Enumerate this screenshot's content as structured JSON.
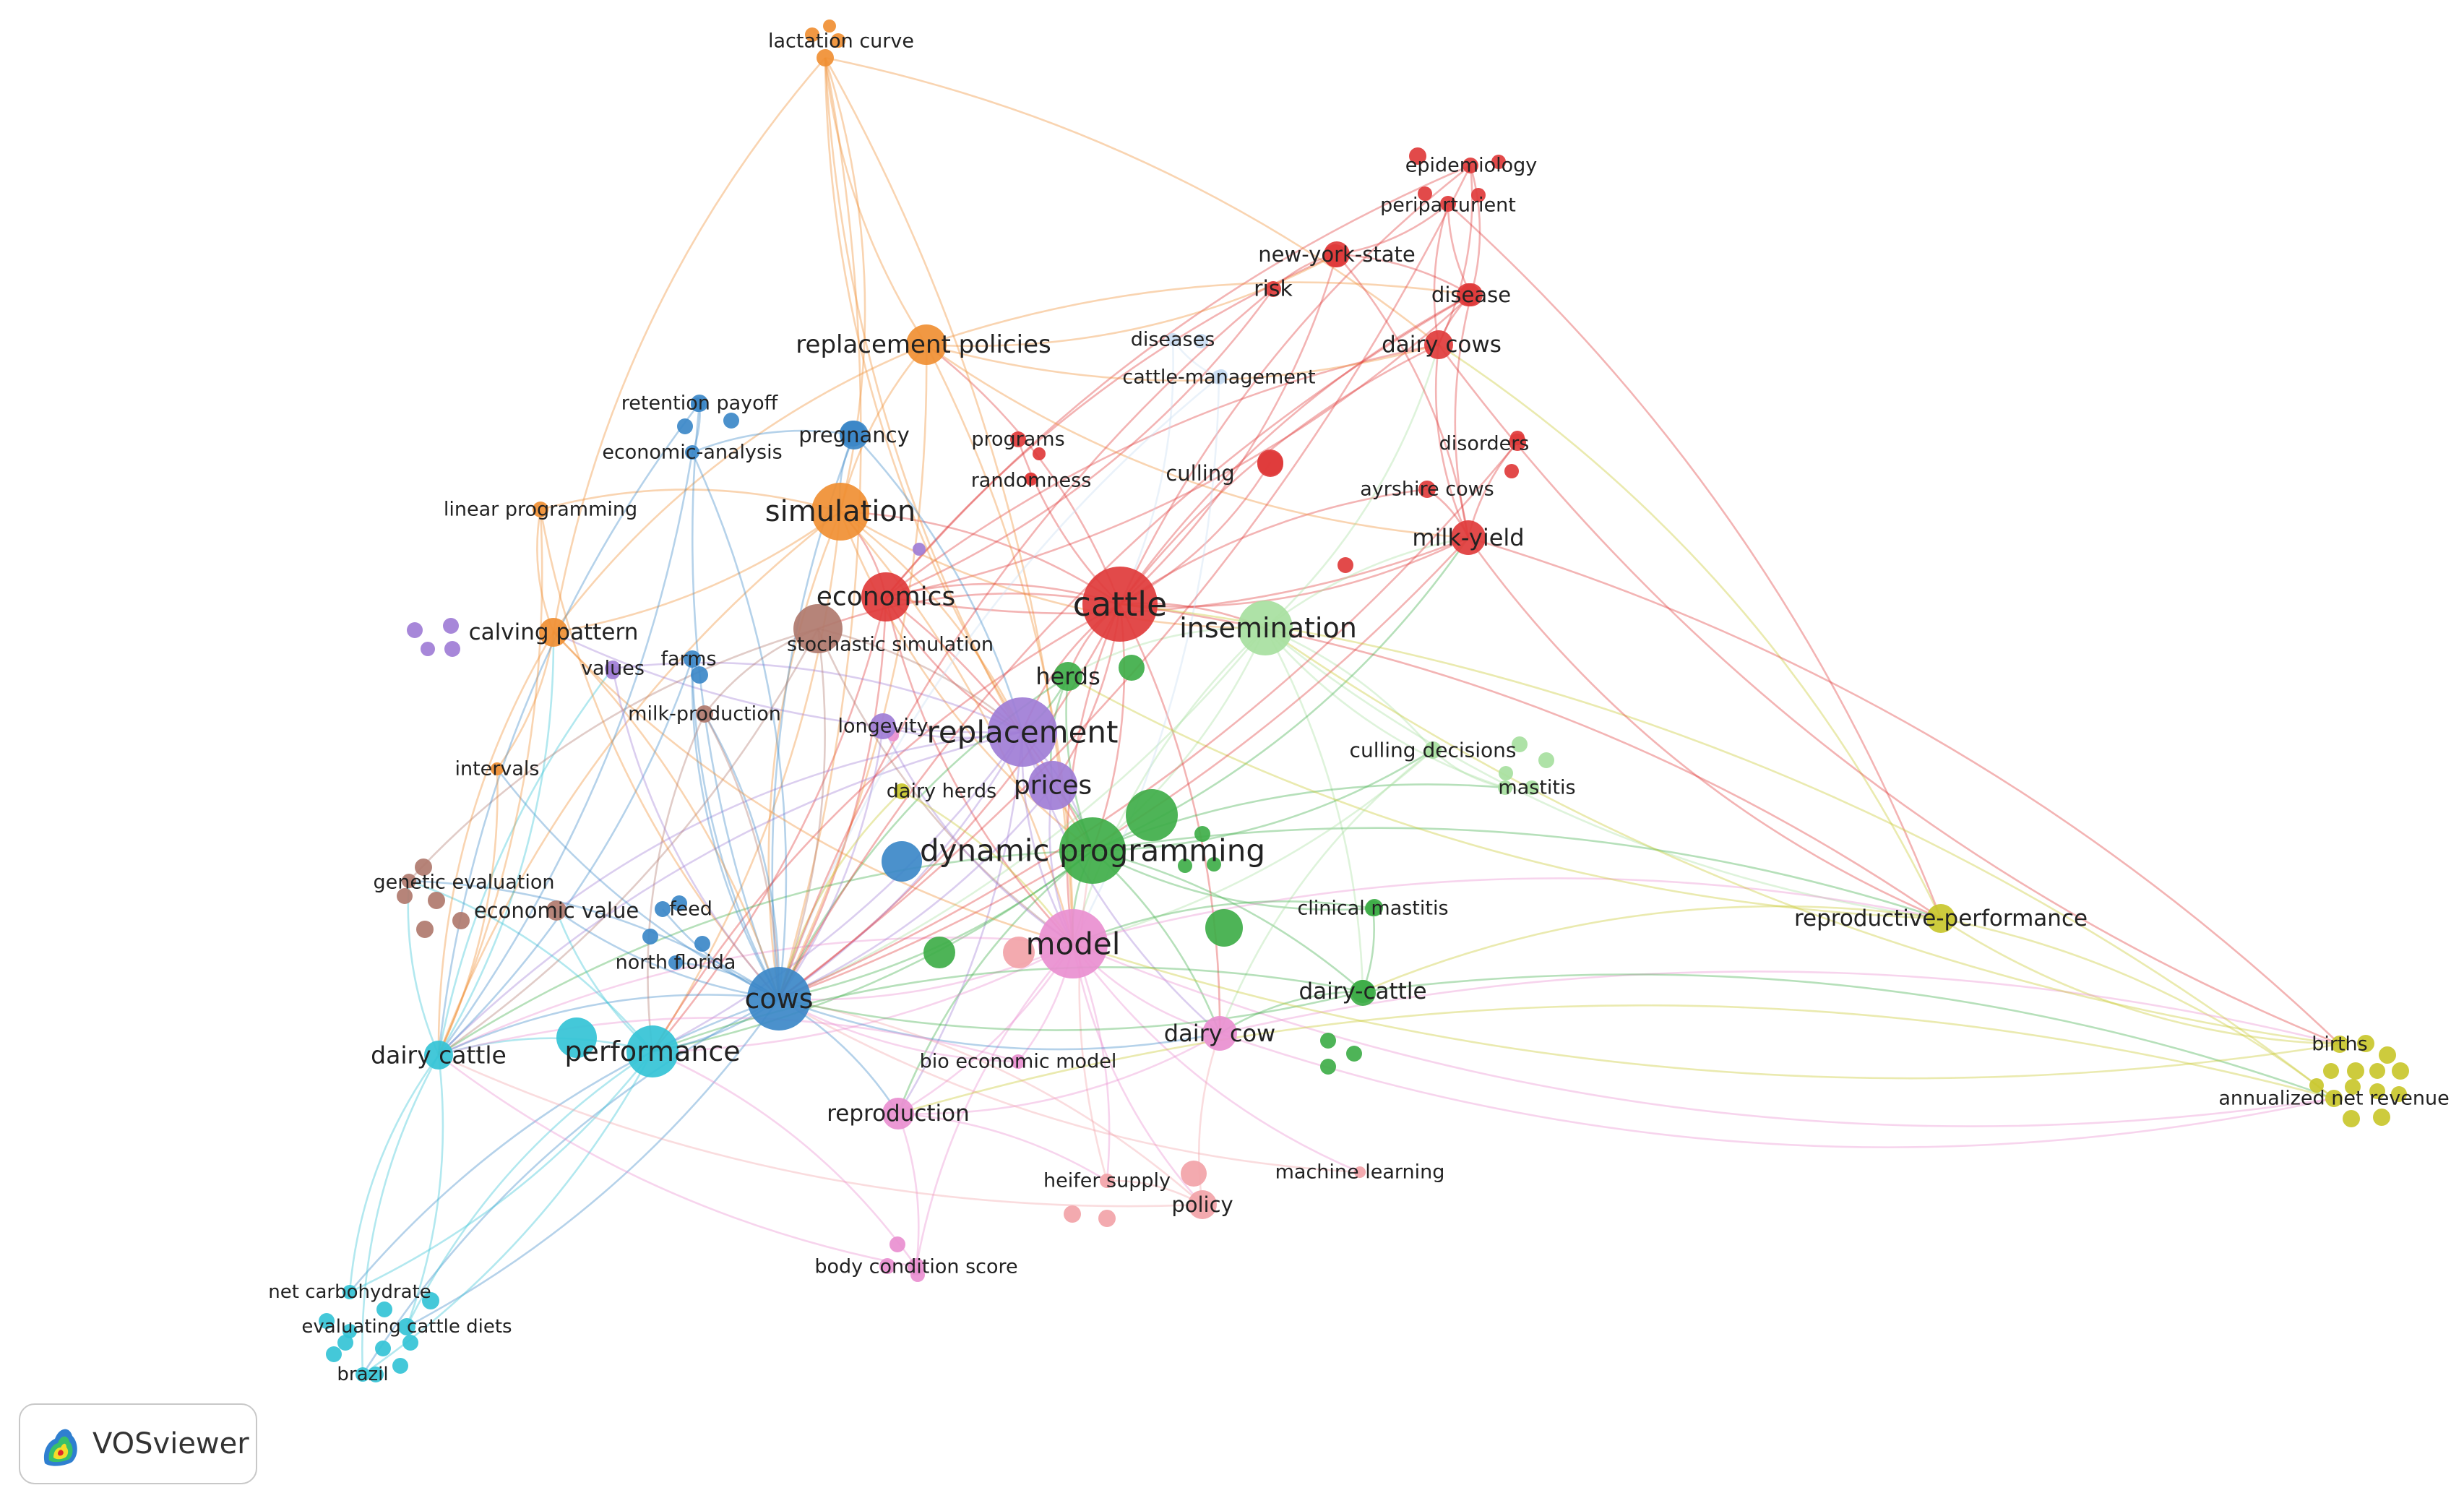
{
  "colors": {
    "red": "#e03b3b",
    "green": "#3fae49",
    "blue": "#3c88c8",
    "yellow": "#c9c72c",
    "purple": "#a07dd6",
    "cyan": "#34c3d6",
    "orange": "#f08f33",
    "brown": "#b07a6e",
    "pink": "#e98fd0",
    "lightpink": "#f2a3a8",
    "lightgreen": "#a7dfa0",
    "lightblue": "#c9dcf2"
  },
  "terms": [
    {
      "id": "lactation-curve",
      "label": "lactation curve",
      "cluster": "orange"
    },
    {
      "id": "epidemiology",
      "label": "epidemiology",
      "cluster": "red"
    },
    {
      "id": "periparturient",
      "label": "periparturient",
      "cluster": "red"
    },
    {
      "id": "new-york-state",
      "label": "new-york-state",
      "cluster": "red"
    },
    {
      "id": "risk",
      "label": "risk",
      "cluster": "red"
    },
    {
      "id": "disease",
      "label": "disease",
      "cluster": "red"
    },
    {
      "id": "replacement-policies",
      "label": "replacement policies",
      "cluster": "orange"
    },
    {
      "id": "diseases",
      "label": "diseases",
      "cluster": "lightblue"
    },
    {
      "id": "dairy-cows",
      "label": "dairy cows",
      "cluster": "red"
    },
    {
      "id": "cattle-management",
      "label": "cattle-management",
      "cluster": "lightblue"
    },
    {
      "id": "retention-payoff",
      "label": "retention payoff",
      "cluster": "blue"
    },
    {
      "id": "pregnancy",
      "label": "pregnancy",
      "cluster": "blue"
    },
    {
      "id": "programs",
      "label": "programs",
      "cluster": "red"
    },
    {
      "id": "economic-analysis",
      "label": "economic-analysis",
      "cluster": "blue"
    },
    {
      "id": "disorders",
      "label": "disorders",
      "cluster": "red"
    },
    {
      "id": "culling",
      "label": "culling",
      "cluster": "red"
    },
    {
      "id": "randomness",
      "label": "randomness",
      "cluster": "red"
    },
    {
      "id": "ayrshire-cows",
      "label": "ayrshire cows",
      "cluster": "red"
    },
    {
      "id": "linear-programming",
      "label": "linear programming",
      "cluster": "orange"
    },
    {
      "id": "simulation",
      "label": "simulation",
      "cluster": "orange"
    },
    {
      "id": "milk-yield",
      "label": "milk-yield",
      "cluster": "red"
    },
    {
      "id": "economics",
      "label": "economics",
      "cluster": "red"
    },
    {
      "id": "cattle",
      "label": "cattle",
      "cluster": "red"
    },
    {
      "id": "insemination",
      "label": "insemination",
      "cluster": "lightgreen"
    },
    {
      "id": "calving-pattern",
      "label": "calving pattern",
      "cluster": "orange"
    },
    {
      "id": "stochastic-simulation",
      "label": "stochastic simulation",
      "cluster": "brown"
    },
    {
      "id": "farms",
      "label": "farms",
      "cluster": "blue"
    },
    {
      "id": "values",
      "label": "values",
      "cluster": "purple"
    },
    {
      "id": "herds",
      "label": "herds",
      "cluster": "green"
    },
    {
      "id": "milk-production",
      "label": "milk-production",
      "cluster": "brown"
    },
    {
      "id": "longevity",
      "label": "longevity",
      "cluster": "purple"
    },
    {
      "id": "replacement",
      "label": "replacement",
      "cluster": "purple"
    },
    {
      "id": "culling-decisions",
      "label": "culling decisions",
      "cluster": "lightgreen"
    },
    {
      "id": "intervals",
      "label": "intervals",
      "cluster": "orange"
    },
    {
      "id": "prices",
      "label": "prices",
      "cluster": "purple"
    },
    {
      "id": "mastitis",
      "label": "mastitis",
      "cluster": "lightgreen"
    },
    {
      "id": "dairy-herds",
      "label": "dairy herds",
      "cluster": "yellow"
    },
    {
      "id": "dynamic-programming",
      "label": "dynamic programming",
      "cluster": "green"
    },
    {
      "id": "genetic-evaluation",
      "label": "genetic evaluation",
      "cluster": "brown"
    },
    {
      "id": "economic-value",
      "label": "economic value",
      "cluster": "brown"
    },
    {
      "id": "feed",
      "label": "feed",
      "cluster": "blue"
    },
    {
      "id": "reproductive-performance",
      "label": "reproductive-performance",
      "cluster": "yellow"
    },
    {
      "id": "clinical-mastitis",
      "label": "clinical mastitis",
      "cluster": "green"
    },
    {
      "id": "north-florida",
      "label": "north florida",
      "cluster": "blue"
    },
    {
      "id": "model",
      "label": "model",
      "cluster": "pink"
    },
    {
      "id": "cows",
      "label": "cows",
      "cluster": "blue"
    },
    {
      "id": "dairy-cattle-hyphen",
      "label": "dairy-cattle",
      "cluster": "green"
    },
    {
      "id": "dairy-cattle",
      "label": "dairy cattle",
      "cluster": "cyan"
    },
    {
      "id": "performance",
      "label": "performance",
      "cluster": "cyan"
    },
    {
      "id": "dairy-cow",
      "label": "dairy cow",
      "cluster": "pink"
    },
    {
      "id": "births",
      "label": "births",
      "cluster": "yellow"
    },
    {
      "id": "bio-economic-model",
      "label": "bio economic model",
      "cluster": "pink"
    },
    {
      "id": "annualized-net-revenue",
      "label": "annualized net revenue",
      "cluster": "yellow"
    },
    {
      "id": "reproduction",
      "label": "reproduction",
      "cluster": "pink"
    },
    {
      "id": "machine-learning",
      "label": "machine learning",
      "cluster": "lightpink"
    },
    {
      "id": "heifer-supply",
      "label": "heifer supply",
      "cluster": "lightpink"
    },
    {
      "id": "policy",
      "label": "policy",
      "cluster": "lightpink"
    },
    {
      "id": "body-condition-score",
      "label": "body condition score",
      "cluster": "pink"
    },
    {
      "id": "net-carbohydrate",
      "label": "net carbohydrate",
      "cluster": "cyan"
    },
    {
      "id": "evaluating-cattle-diets",
      "label": "evaluating cattle diets",
      "cluster": "cyan"
    },
    {
      "id": "brazil",
      "label": "brazil",
      "cluster": "cyan"
    }
  ],
  "brand": {
    "name": "VOSviewer",
    "icon": "vosviewer-logo-icon"
  }
}
